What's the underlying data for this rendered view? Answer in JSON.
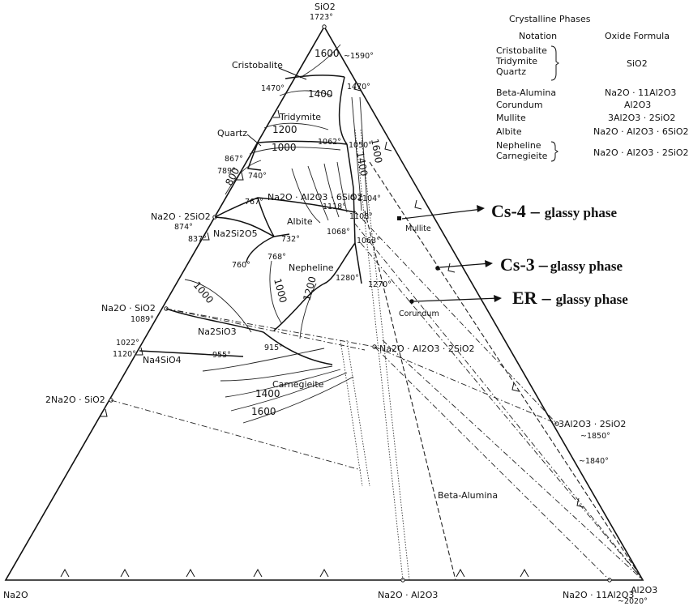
{
  "vertices": {
    "top": {
      "label": "SiO2",
      "temp": "1723°"
    },
    "bottom_left": {
      "label": "Na2O"
    },
    "bottom_right": {
      "label": "Al2O3",
      "temp": "~2020°"
    }
  },
  "compounds": {
    "na2o_2sio2": {
      "label": "Na2O · 2SiO2",
      "temp": "874°"
    },
    "na2o_sio2": {
      "label": "Na2O · SiO2",
      "temp": "1089°"
    },
    "two_na2o_sio2": {
      "label": "2Na2O · SiO2"
    },
    "na2o_al2o3": {
      "label": "Na2O · Al2O3"
    },
    "na2o_11al2o3": {
      "label": "Na2O · 11Al2O3"
    },
    "mullite_side": {
      "label": "3Al2O3 · 2SiO2",
      "temp": "~1850°"
    },
    "albite_join": {
      "label": "Na2O · Al2O3 · 6SiO2"
    },
    "nepheline_join": {
      "label": "Na2O · Al2O3 · 2SiO2"
    }
  },
  "fields": {
    "cristobalite": "Cristobalite",
    "tridymite": "Tridymite",
    "quartz": "Quartz",
    "albite": "Albite",
    "na2si2o5": "Na2Si2O5",
    "nepheline": "Nepheline",
    "na2sio3": "Na2SiO3",
    "na4sio4": "Na4SiO4",
    "carnegieite": "Carnegieite",
    "mullite": "Mullite",
    "corundum": "Corundum",
    "beta_alumina": "Beta-Alumina"
  },
  "isotherms": {
    "i1600_top": "1600",
    "i1400_top": "1400",
    "i1200_top": "1200",
    "i1000_top": "1000",
    "i800": "800",
    "i1400_vert": "1400",
    "i1600_vert": "1600",
    "i1000_left": "1000",
    "i1000_mid": "1000",
    "i1200_mid": "1200",
    "i1400_low": "1400",
    "i1600_low": "1600"
  },
  "temps": {
    "t1590": "~1590°",
    "t1470a": "1470°",
    "t1470b": "1470°",
    "t1062": "1062°",
    "t1050": "1050°",
    "t867": "867°",
    "t789": "789°",
    "t740": "740°",
    "t767": "767°",
    "t1118": "1118°",
    "t1104": "1104°",
    "t1108": "1108°",
    "t837": "837°",
    "t732": "732°",
    "t1068": "1068°",
    "t1063": "1063°",
    "t768": "768°",
    "t760": "760°",
    "t1280": "1280°",
    "t1270": "1270°",
    "t1022": "1022°",
    "t1120": "1120°",
    "t955": "955°",
    "t915": "915°",
    "t1840": "~1840°"
  },
  "key": {
    "title": "Crystalline Phases",
    "col_notation": "Notation",
    "col_formula": "Oxide Formula",
    "rows": [
      {
        "names": [
          "Cristobalite",
          "Tridymite",
          "Quartz"
        ],
        "formula": "SiO2"
      },
      {
        "names": [
          "Beta-Alumina"
        ],
        "formula": "Na2O · 11Al2O3"
      },
      {
        "names": [
          "Corundum"
        ],
        "formula": "Al2O3"
      },
      {
        "names": [
          "Mullite"
        ],
        "formula": "3Al2O3 · 2SiO2"
      },
      {
        "names": [
          "Albite"
        ],
        "formula": "Na2O · Al2O3 · 6SiO2"
      },
      {
        "names": [
          "Nepheline",
          "Carnegieite"
        ],
        "formula": "Na2O · Al2O3 · 2SiO2"
      }
    ]
  },
  "annotations": [
    {
      "code": "Cs-4",
      "dash": "–",
      "text": "glassy phase",
      "marker": "square"
    },
    {
      "code": "Cs-3",
      "dash": "–",
      "text": "glassy phase",
      "marker": "circle"
    },
    {
      "code": "ER",
      "dash": "–",
      "text": "glassy phase",
      "marker": "circle"
    }
  ]
}
